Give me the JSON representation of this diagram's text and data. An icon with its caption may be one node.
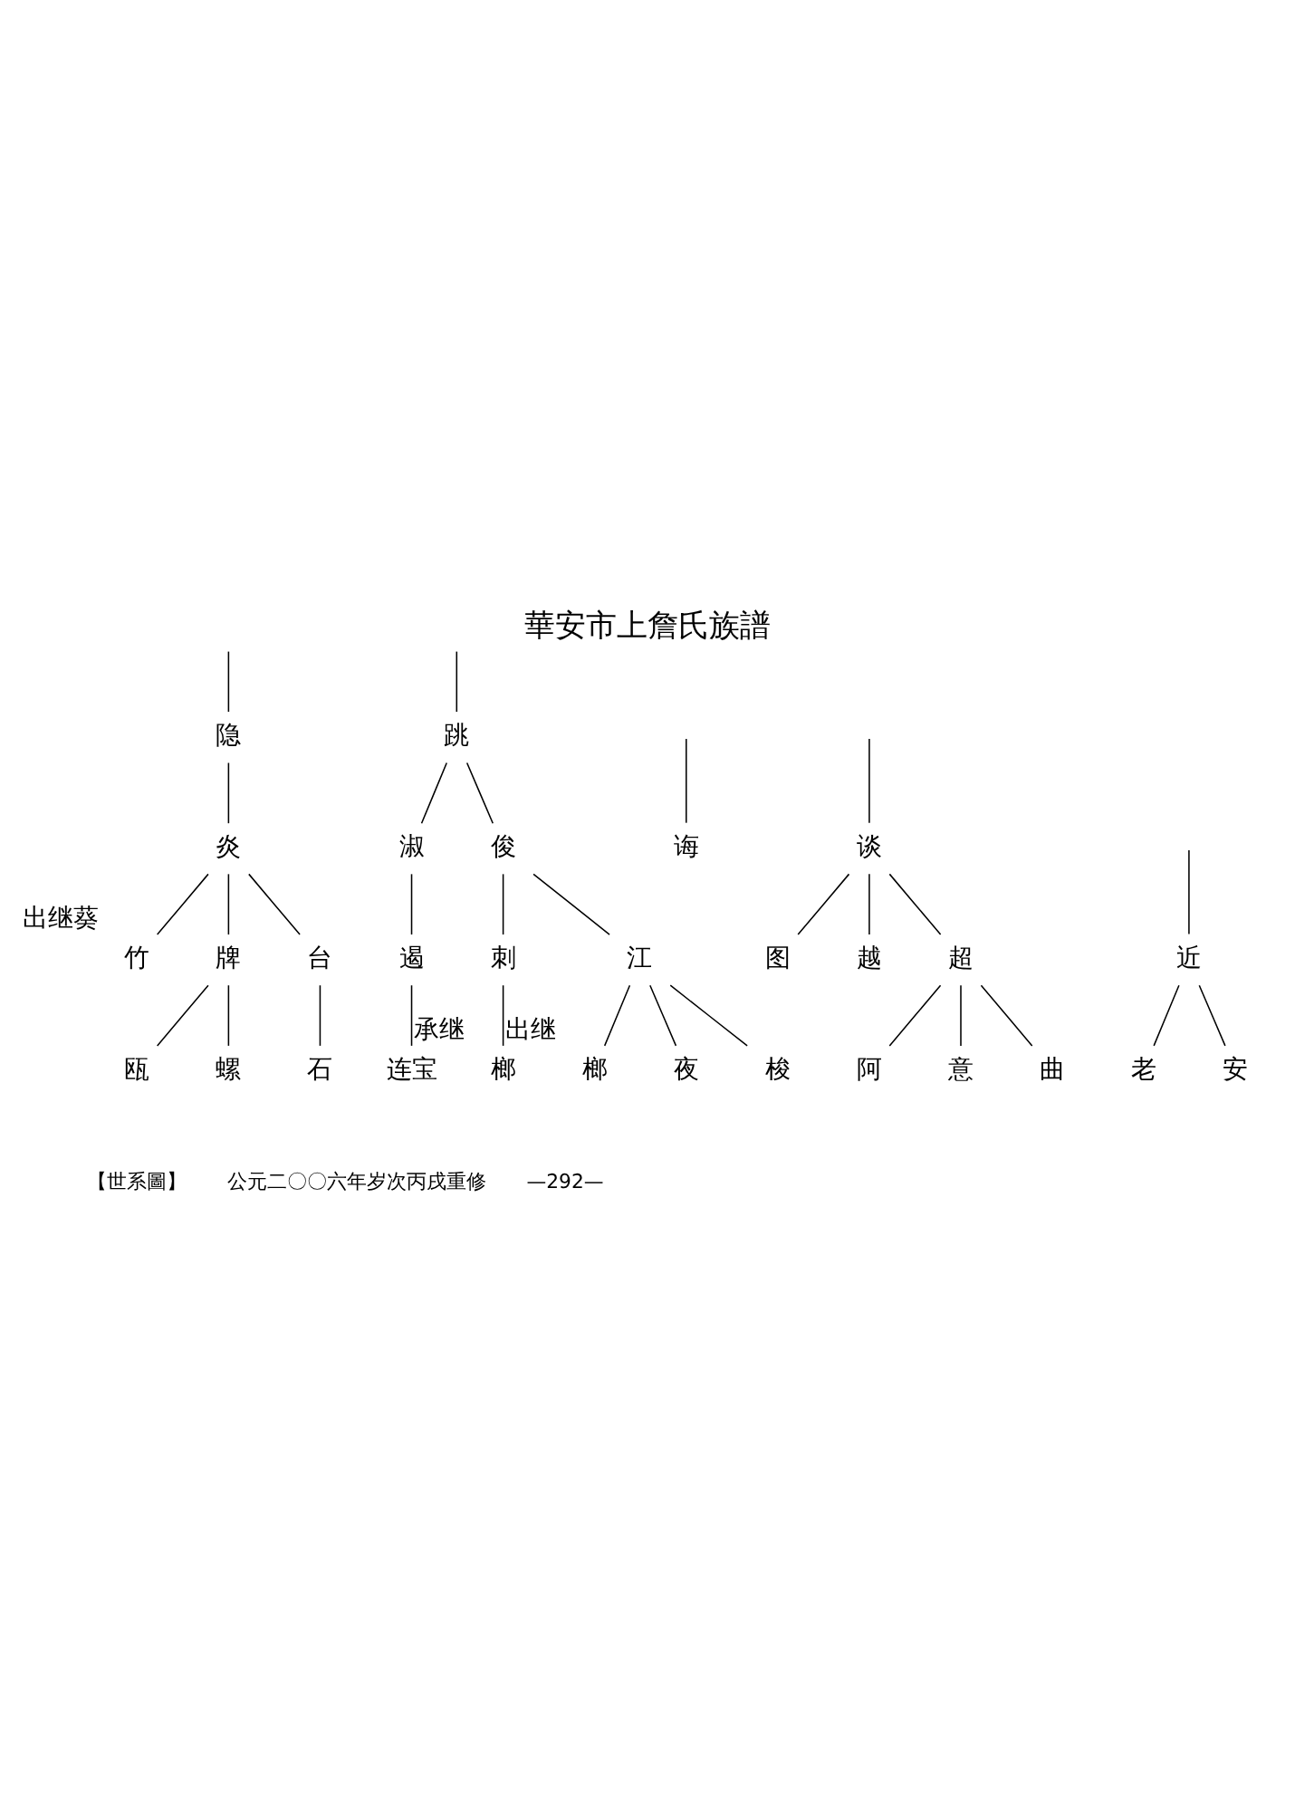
{
  "diagram": {
    "title": "華安市上詹氏族譜",
    "nodes": [
      {
        "text": [
          "隐"
        ]
      },
      {
        "text": [
          "跳"
        ]
      },
      {
        "text": [
          "炎"
        ]
      },
      {
        "text": [
          "淑"
        ]
      },
      {
        "text": [
          "俊"
        ]
      },
      {
        "text": [
          "诲"
        ]
      },
      {
        "text": [
          "谈"
        ]
      },
      {
        "text": [
          "竹"
        ],
        "beside": [
          "出继葵"
        ]
      },
      {
        "text": [
          "牌"
        ]
      },
      {
        "text": [
          "台"
        ]
      },
      {
        "text": [
          "遏"
        ]
      },
      {
        "text": [
          "刺"
        ]
      },
      {
        "text": [
          "江"
        ]
      },
      {
        "text": [
          "图"
        ]
      },
      {
        "text": [
          "越"
        ]
      },
      {
        "text": [
          "超"
        ]
      },
      {
        "text": [
          "近"
        ]
      },
      {
        "text": [
          "瓯"
        ]
      },
      {
        "text": [
          "螺"
        ]
      },
      {
        "text": [
          "石"
        ]
      },
      {
        "text": [
          "连宝"
        ]
      },
      {
        "text": [
          "榔"
        ],
        "beside": [
          "承继"
        ]
      },
      {
        "text": [
          "榔"
        ],
        "beside": [
          "出继"
        ]
      },
      {
        "text": [
          "夜"
        ]
      },
      {
        "text": [
          "梭"
        ]
      },
      {
        "text": [
          "阿"
        ]
      },
      {
        "text": [
          "意"
        ]
      },
      {
        "text": [
          "曲"
        ]
      },
      {
        "text": [
          "老"
        ]
      },
      {
        "text": [
          "安"
        ]
      }
    ],
    "edges": [
      {
        "from": null,
        "to": 0,
        "arrow": "none"
      },
      {
        "from": null,
        "to": 1,
        "arrow": "none"
      },
      {
        "from": 0,
        "to": 2,
        "arrow": "none"
      },
      {
        "from": 1,
        "to": 3,
        "arrow": "none"
      },
      {
        "from": 1,
        "to": 4,
        "arrow": "none"
      },
      {
        "from": null,
        "to": 5,
        "arrow": "none"
      },
      {
        "from": null,
        "to": 6,
        "arrow": "none"
      },
      {
        "from": 2,
        "to": 7,
        "arrow": "none"
      },
      {
        "from": 2,
        "to": 8,
        "arrow": "none"
      },
      {
        "from": 2,
        "to": 9,
        "arrow": "none"
      },
      {
        "from": 3,
        "to": 10,
        "arrow": "none"
      },
      {
        "from": 4,
        "to": 11,
        "arrow": "none"
      },
      {
        "from": 4,
        "to": 12,
        "arrow": "none"
      },
      {
        "from": 6,
        "to": 13,
        "arrow": "none"
      },
      {
        "from": 6,
        "to": 14,
        "arrow": "none"
      },
      {
        "from": 6,
        "to": 15,
        "arrow": "none"
      },
      {
        "from": null,
        "to": 16,
        "arrow": "none"
      },
      {
        "from": 8,
        "to": 17,
        "arrow": "none"
      },
      {
        "from": 8,
        "to": 18,
        "arrow": "none"
      },
      {
        "from": 9,
        "to": 19,
        "arrow": "none"
      },
      {
        "from": 10,
        "to": 20,
        "arrow": "none"
      },
      {
        "from": 11,
        "to": 21,
        "arrow": "none"
      },
      {
        "from": 12,
        "to": 22,
        "arrow": "none"
      },
      {
        "from": 12,
        "to": 23,
        "arrow": "none"
      },
      {
        "from": 12,
        "to": 24,
        "arrow": "none"
      },
      {
        "from": 15,
        "to": 25,
        "arrow": "none"
      },
      {
        "from": 15,
        "to": 26,
        "arrow": "none"
      },
      {
        "from": 15,
        "to": 27,
        "arrow": "none"
      },
      {
        "from": 16,
        "to": 28,
        "arrow": "none"
      },
      {
        "from": 16,
        "to": 29,
        "arrow": "none"
      }
    ],
    "labels": [
      "【世系圖】",
      "公元二〇〇六年岁次丙戌重修",
      "—292—"
    ]
  }
}
